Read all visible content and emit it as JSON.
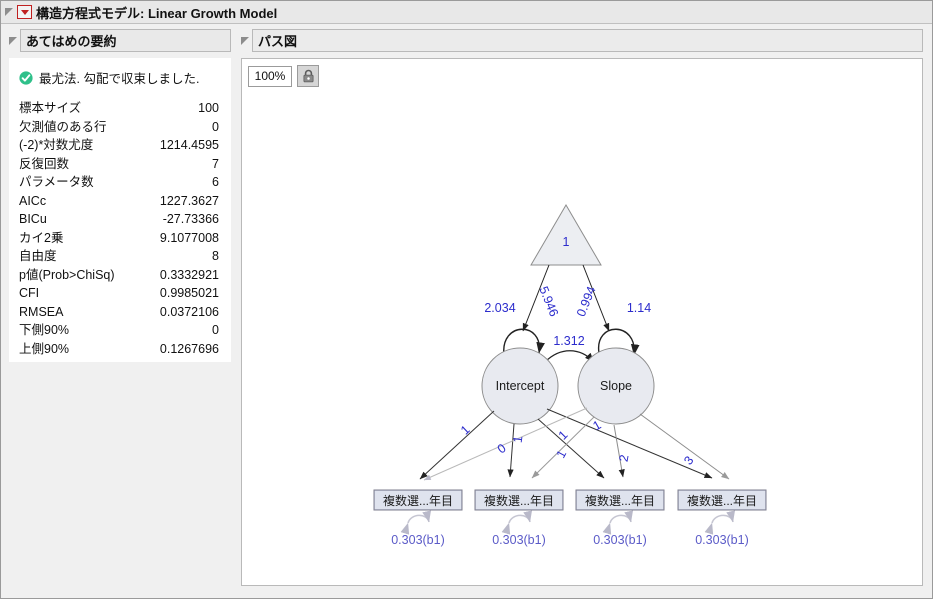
{
  "window": {
    "title": "構造方程式モデル: Linear Growth Model",
    "disclosure_icon": "triangle-collapse-icon",
    "menu_icon": "red-dropdown-icon"
  },
  "summary": {
    "header": "あてはめの要約",
    "status_icon": "green-check-icon",
    "status_text": "最尤法. 勾配で収束しました.",
    "rows": [
      {
        "label": "標本サイズ",
        "value": "100"
      },
      {
        "label": "欠測値のある行",
        "value": "0"
      },
      {
        "label": "(-2)*対数尤度",
        "value": "1214.4595"
      },
      {
        "label": "反復回数",
        "value": "7"
      },
      {
        "label": "パラメータ数",
        "value": "6"
      },
      {
        "label": "AICc",
        "value": "1227.3627"
      },
      {
        "label": "BICu",
        "value": "-27.73366"
      },
      {
        "label": "カイ2乗",
        "value": "9.1077008"
      },
      {
        "label": "自由度",
        "value": "8"
      },
      {
        "label": "p値(Prob>ChiSq)",
        "value": "0.3332921"
      },
      {
        "label": "CFI",
        "value": "0.9985021"
      },
      {
        "label": "RMSEA",
        "value": "0.0372106"
      },
      {
        "label": "下側90%",
        "value": "0"
      },
      {
        "label": "上側90%",
        "value": "0.1267696"
      }
    ]
  },
  "diagram": {
    "header": "パス図",
    "zoom_level": "100%",
    "lock_icon": "lock-icon",
    "triangle_label": "1",
    "latents": [
      {
        "name": "Intercept"
      },
      {
        "name": "Slope"
      }
    ],
    "variances": {
      "intercept_var": "2.034",
      "slope_var": "1.14",
      "intercept_mean": "5.946",
      "slope_mean": "0.994",
      "covariance": "1.312"
    },
    "loadings_intercept": [
      "1",
      "1",
      "1",
      "1"
    ],
    "loadings_slope": [
      "0",
      "1",
      "2",
      "3"
    ],
    "indicators": [
      {
        "label": "複数選...年目",
        "residual": "0.303(b1)"
      },
      {
        "label": "複数選...年目",
        "residual": "0.303(b1)"
      },
      {
        "label": "複数選...年目",
        "residual": "0.303(b1)"
      },
      {
        "label": "複数選...年目",
        "residual": "0.303(b1)"
      }
    ]
  },
  "colors": {
    "coef_blue": "#2c2ccc",
    "residual_blue": "#5b5bc8",
    "node_fill": "#e8eaf0",
    "check_green": "#2fc08a"
  }
}
